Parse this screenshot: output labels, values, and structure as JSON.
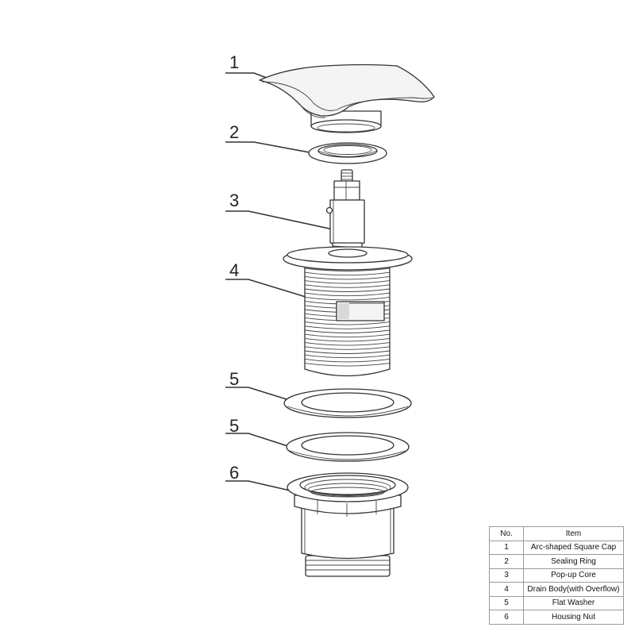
{
  "diagram": {
    "callouts": [
      {
        "id": "c1",
        "label": "1"
      },
      {
        "id": "c2",
        "label": "2"
      },
      {
        "id": "c3",
        "label": "3"
      },
      {
        "id": "c4",
        "label": "4"
      },
      {
        "id": "c5a",
        "label": "5"
      },
      {
        "id": "c5b",
        "label": "5"
      },
      {
        "id": "c6",
        "label": "6"
      }
    ]
  },
  "legend": {
    "headers": {
      "no": "No.",
      "item": "Item"
    },
    "rows": [
      {
        "no": "1",
        "item": "Arc-shaped Square Cap"
      },
      {
        "no": "2",
        "item": "Sealing Ring"
      },
      {
        "no": "3",
        "item": "Pop-up Core"
      },
      {
        "no": "4",
        "item": "Drain Body(with Overflow)"
      },
      {
        "no": "5",
        "item": "Flat Washer"
      },
      {
        "no": "6",
        "item": "Housing Nut"
      }
    ]
  }
}
